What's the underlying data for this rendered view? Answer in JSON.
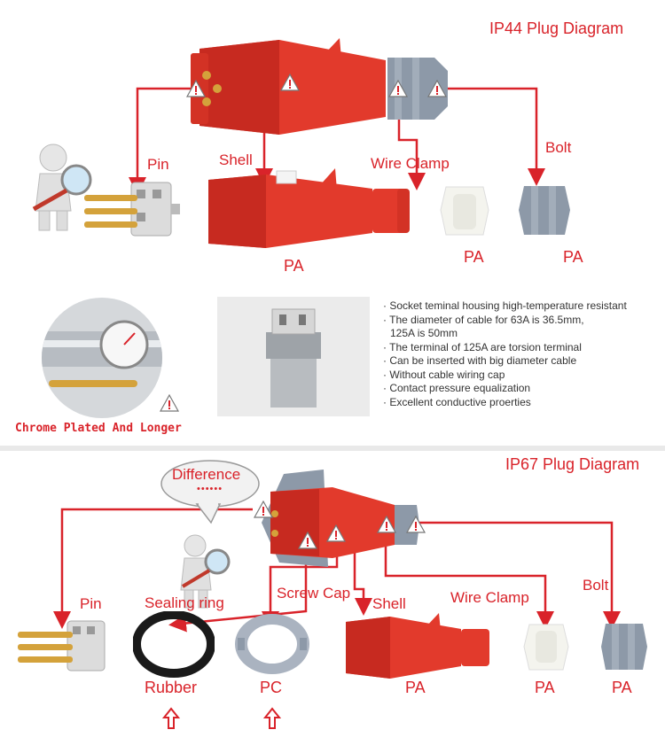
{
  "ip44": {
    "title": "IP44   Plug Diagram",
    "labels": {
      "pin": "Pin",
      "shell": "Shell",
      "wire_clamp": "Wire Clamp",
      "bolt": "Bolt"
    },
    "materials": {
      "shell": "PA",
      "wire_clamp": "PA",
      "bolt": "PA"
    }
  },
  "middle": {
    "chrome_caption": "Chrome Plated And Longer",
    "features": [
      "· Socket teminal housing high-temperature resistant",
      "· The diameter of cable for 63A is 36.5mm,",
      "  125A is 50mm",
      "· The terminal of 125A are torsion terminal",
      "· Can be inserted with big diameter cable",
      "· Without cable wiring cap",
      "· Contact pressure equalization",
      "· Excellent conductive proerties"
    ]
  },
  "ip67": {
    "title": "IP67  Plug Diagram",
    "bubble": "Difference",
    "bubble_dots": "••••••",
    "labels": {
      "pin": "Pin",
      "sealing_ring": "Sealing ring",
      "screw_cap": "Screw Cap",
      "shell": "Shell",
      "wire_clamp": "Wire Clamp",
      "bolt": "Bolt"
    },
    "materials": {
      "sealing_ring": "Rubber",
      "screw_cap": "PC",
      "shell": "PA",
      "wire_clamp": "PA",
      "bolt": "PA"
    }
  },
  "colors": {
    "accent": "#d9232a",
    "plug_red": "#e23a2c",
    "clamp_gray": "#8d99a8",
    "clamp_white": "#f4f4ee"
  }
}
